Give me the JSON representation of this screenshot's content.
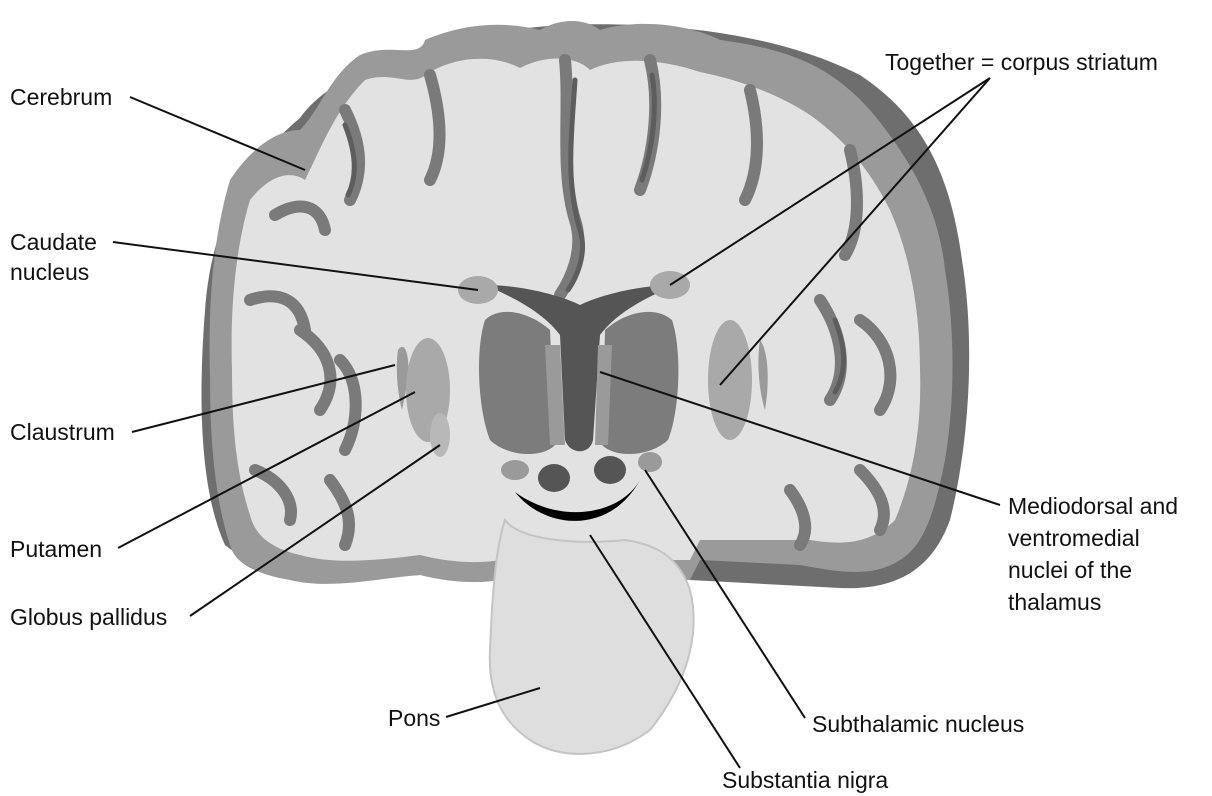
{
  "labels": {
    "cerebrum": "Cerebrum",
    "caudate_line1": "Caudate",
    "caudate_line2": "nucleus",
    "claustrum": "Claustrum",
    "putamen": "Putamen",
    "globus_pallidus": "Globus pallidus",
    "pons": "Pons",
    "substantia_nigra": "Substantia nigra",
    "subthalamic": "Subthalamic nucleus",
    "together": "Together = corpus striatum",
    "thalamus_line1": "Mediodorsal and",
    "thalamus_line2": "ventromedial",
    "thalamus_line3": "nuclei of the",
    "thalamus_line4": "thalamus"
  },
  "colors": {
    "background": "#ffffff",
    "meninges_dark": "#6e6e6e",
    "gray_matter": "#9a9a9a",
    "white_matter": "#e2e2e2",
    "nucleus_gray": "#a9a9a9",
    "thalamus_dark": "#7c7c7c",
    "ventricle_dark": "#555555",
    "substantia_nigra": "#000000",
    "text": "#111111"
  }
}
